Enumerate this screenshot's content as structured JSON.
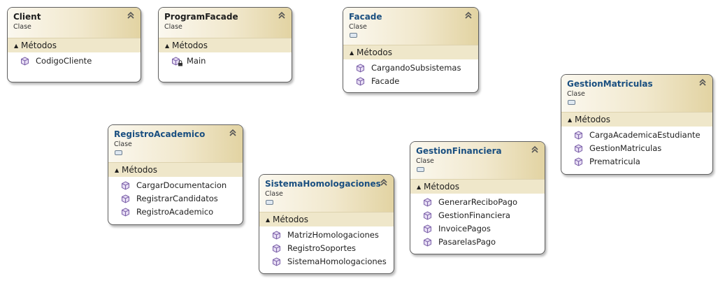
{
  "classes": [
    {
      "id": "client",
      "name": "Client",
      "stereotype": "Clase",
      "abstract_icon": false,
      "section": "Métodos",
      "methods": [
        "CodigoCliente"
      ]
    },
    {
      "id": "programfacade",
      "name": "ProgramFacade",
      "stereotype": "Clase",
      "abstract_icon": false,
      "section": "Métodos",
      "methods": [
        "Main"
      ]
    },
    {
      "id": "facade",
      "name": "Facade",
      "stereotype": "Clase",
      "abstract_icon": true,
      "section": "Métodos",
      "methods": [
        "CargandoSubsistemas",
        "Facade"
      ]
    },
    {
      "id": "gestionmatriculas",
      "name": "GestionMatriculas",
      "stereotype": "Clase",
      "abstract_icon": true,
      "section": "Métodos",
      "methods": [
        "CargaAcademicaEstudiante",
        "GestionMatriculas",
        "Prematricula"
      ]
    },
    {
      "id": "registroacademico",
      "name": "RegistroAcademico",
      "stereotype": "Clase",
      "abstract_icon": true,
      "section": "Métodos",
      "methods": [
        "CargarDocumentacion",
        "RegistrarCandidatos",
        "RegistroAcademico"
      ]
    },
    {
      "id": "gestionfinanciera",
      "name": "GestionFinanciera",
      "stereotype": "Clase",
      "abstract_icon": true,
      "section": "Métodos",
      "methods": [
        "GenerarReciboPago",
        "GestionFinanciera",
        "InvoicePagos",
        "PasarelasPago"
      ]
    },
    {
      "id": "sistemahomologaciones",
      "name": "SistemaHomologaciones",
      "stereotype": "Clase",
      "abstract_icon": true,
      "section": "Métodos",
      "methods": [
        "MatrizHomologaciones",
        "RegistroSoportes",
        "SistemaHomologaciones"
      ]
    }
  ],
  "icons": {
    "collapse": "double-chevron-up-icon",
    "method": "method-cube-icon",
    "static_method_lock": "lock-icon",
    "abstract": "abstract-class-icon",
    "section_toggle": "triangle-down-icon"
  },
  "colors": {
    "header_light": "#fbf8ef",
    "header_dark": "#e2d3a2",
    "section_bg": "#efe7ca",
    "title_blue": "#1a4f80",
    "method_icon": "#8a6fb3"
  }
}
